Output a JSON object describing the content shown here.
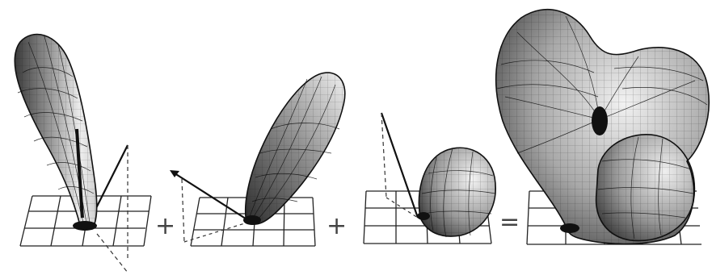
{
  "operators": {
    "plus_1": "+",
    "plus_2": "+",
    "equals": "="
  },
  "colors": {
    "ink": "#111111",
    "lobe_light": "#f2f2f2",
    "lobe_mid": "#9a9a9a",
    "lobe_dark": "#3a3a3a",
    "background": "#ffffff"
  },
  "panels": [
    {
      "id": "lobe-1",
      "description_hidden": true
    },
    {
      "id": "lobe-2",
      "description_hidden": true
    },
    {
      "id": "lobe-3",
      "description_hidden": true
    },
    {
      "id": "lobe-sum",
      "description_hidden": true
    }
  ]
}
